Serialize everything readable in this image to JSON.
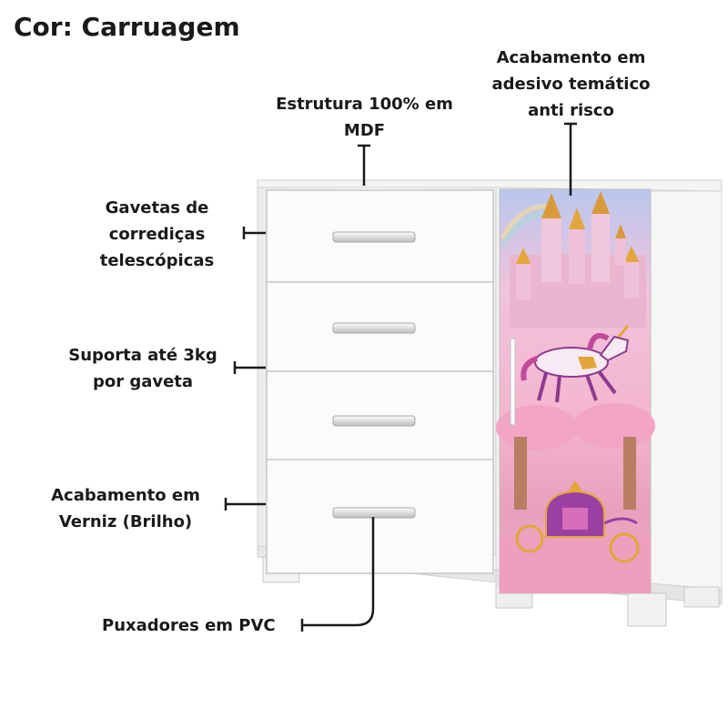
{
  "heading": "Cor: Carruagem",
  "callouts": {
    "estrutura": [
      "Estrutura 100% em",
      "MDF"
    ],
    "acabamento_adesivo": [
      "Acabamento em",
      "adesivo temático",
      "anti risco"
    ],
    "gavetas": [
      "Gavetas de",
      "corrediças",
      "telescópicas"
    ],
    "suporta": [
      "Suporta até 3kg",
      "por gaveta"
    ],
    "verniz": [
      "Acabamento em",
      "Verniz (Brilho)"
    ],
    "puxadores": [
      "Puxadores em PVC"
    ]
  },
  "colors": {
    "text": "#1a1a1a",
    "furniture": "#f7f7f7",
    "furniture_edge": "#c9c9c9",
    "door_pink": "#f2a9c8",
    "castle_gold": "#e3a63a",
    "unicorn_purple": "#8e3a8f",
    "carriage_purple": "#9b3fa3"
  },
  "door_art": [
    "castle-icon",
    "unicorn-icon",
    "carriage-icon"
  ]
}
